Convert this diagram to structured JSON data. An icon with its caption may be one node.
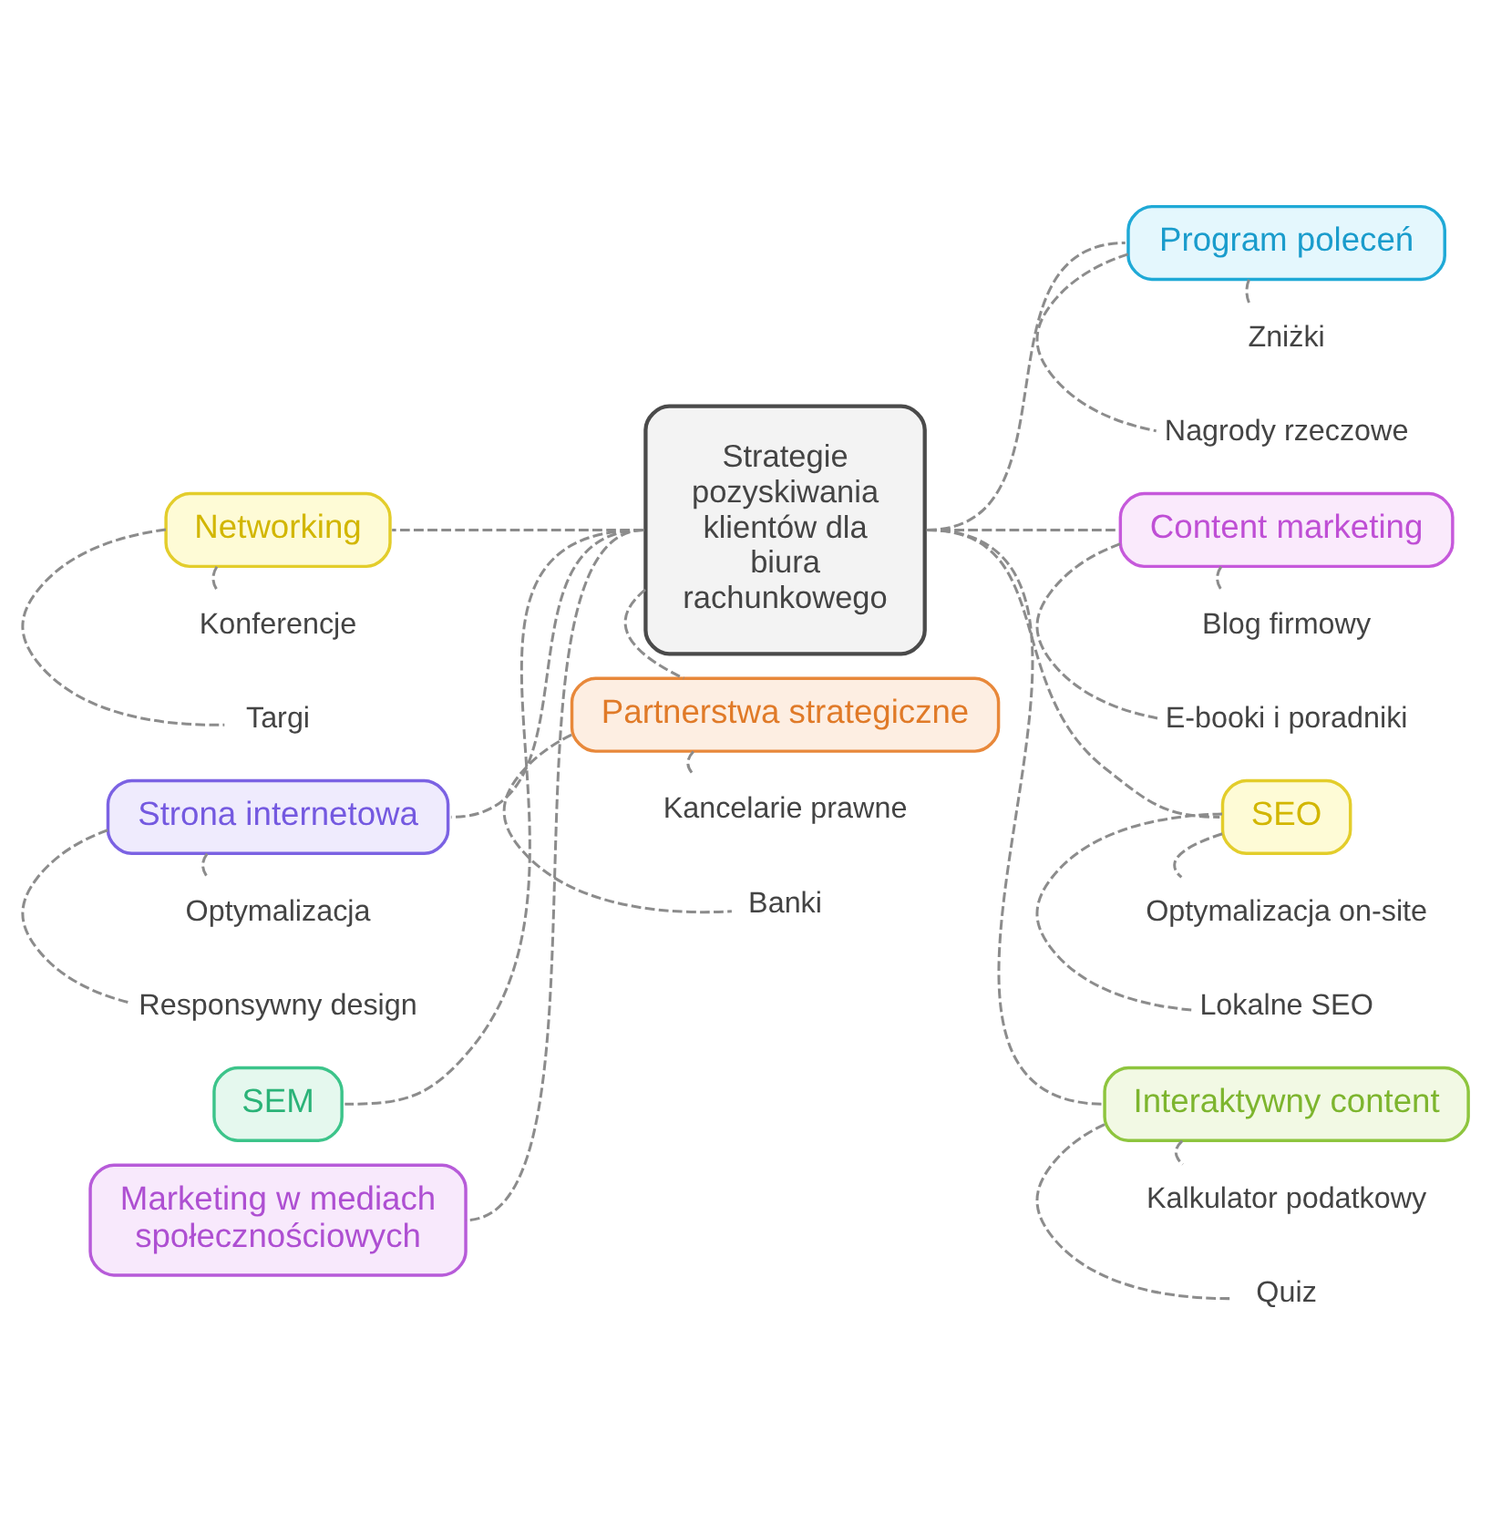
{
  "diagram": {
    "nodes": [
      {
        "text": [
          "Strategie pozyskiwania klientów dla biura rachunkowego"
        ]
      },
      {
        "text": [
          "Networking"
        ]
      },
      {
        "text": [
          "Konferencje"
        ]
      },
      {
        "text": [
          "Targi"
        ]
      },
      {
        "text": [
          "Program poleceń"
        ]
      },
      {
        "text": [
          "Zniżki"
        ]
      },
      {
        "text": [
          "Nagrody rzeczowe"
        ]
      },
      {
        "text": [
          "Strona internetowa"
        ]
      },
      {
        "text": [
          "Optymalizacja"
        ]
      },
      {
        "text": [
          "Responsywny design"
        ]
      },
      {
        "text": [
          "Content marketing"
        ]
      },
      {
        "text": [
          "Blog firmowy"
        ]
      },
      {
        "text": [
          "E-booki i poradniki"
        ]
      },
      {
        "text": [
          "SEM"
        ]
      },
      {
        "text": [
          "SEO"
        ]
      },
      {
        "text": [
          "Optymalizacja on-site"
        ]
      },
      {
        "text": [
          "Lokalne SEO"
        ]
      },
      {
        "text": [
          "Marketing w mediach społecznościowych"
        ]
      },
      {
        "text": [
          "Interaktywny content"
        ]
      },
      {
        "text": [
          "Kalkulator podatkowy"
        ]
      },
      {
        "text": [
          "Quiz"
        ]
      },
      {
        "text": [
          "Partnerstwa strategiczne"
        ]
      },
      {
        "text": [
          "Kancelarie prawne"
        ]
      },
      {
        "text": [
          "Banki"
        ]
      }
    ],
    "edges": [
      {
        "from": 0,
        "to": 1,
        "arrow": "none",
        "style": "dashed"
      },
      {
        "from": 1,
        "to": 2,
        "arrow": "none",
        "style": "dashed"
      },
      {
        "from": 1,
        "to": 3,
        "arrow": "none",
        "style": "dashed"
      },
      {
        "from": 0,
        "to": 4,
        "arrow": "none",
        "style": "dashed"
      },
      {
        "from": 4,
        "to": 5,
        "arrow": "none",
        "style": "dashed"
      },
      {
        "from": 4,
        "to": 6,
        "arrow": "none",
        "style": "dashed"
      },
      {
        "from": 0,
        "to": 7,
        "arrow": "none",
        "style": "dashed"
      },
      {
        "from": 7,
        "to": 8,
        "arrow": "none",
        "style": "dashed"
      },
      {
        "from": 7,
        "to": 9,
        "arrow": "none",
        "style": "dashed"
      },
      {
        "from": 0,
        "to": 10,
        "arrow": "none",
        "style": "dashed"
      },
      {
        "from": 10,
        "to": 11,
        "arrow": "none",
        "style": "dashed"
      },
      {
        "from": 10,
        "to": 12,
        "arrow": "none",
        "style": "dashed"
      },
      {
        "from": 0,
        "to": 13,
        "arrow": "none",
        "style": "dashed"
      },
      {
        "from": 0,
        "to": 14,
        "arrow": "none",
        "style": "dashed"
      },
      {
        "from": 14,
        "to": 15,
        "arrow": "none",
        "style": "dashed"
      },
      {
        "from": 14,
        "to": 16,
        "arrow": "none",
        "style": "dashed"
      },
      {
        "from": 0,
        "to": 17,
        "arrow": "none",
        "style": "dashed"
      },
      {
        "from": 0,
        "to": 18,
        "arrow": "none",
        "style": "dashed"
      },
      {
        "from": 18,
        "to": 19,
        "arrow": "none",
        "style": "dashed"
      },
      {
        "from": 18,
        "to": 20,
        "arrow": "none",
        "style": "dashed"
      },
      {
        "from": 0,
        "to": 21,
        "arrow": "none",
        "style": "dashed"
      },
      {
        "from": 21,
        "to": 22,
        "arrow": "none",
        "style": "dashed"
      },
      {
        "from": 21,
        "to": 23,
        "arrow": "none",
        "style": "dashed"
      }
    ]
  }
}
